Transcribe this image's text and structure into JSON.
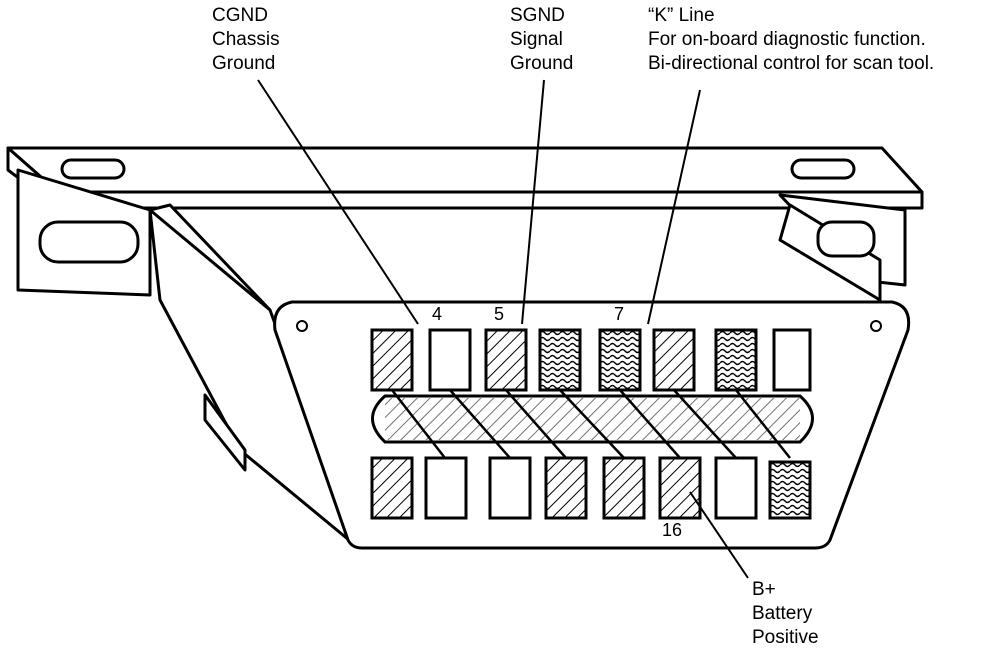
{
  "callouts": {
    "cgnd": {
      "line1": "CGND",
      "line2": "Chassis",
      "line3": "Ground"
    },
    "sgnd": {
      "line1": "SGND",
      "line2": "Signal",
      "line3": "Ground"
    },
    "kline": {
      "line1": "“K” Line",
      "line2": "For on-board diagnostic function.",
      "line3": "Bi-directional control for scan tool."
    },
    "bplus": {
      "line1": "B+",
      "line2": "Battery",
      "line3": "Positive"
    }
  },
  "pin_numbers": {
    "p4": "4",
    "p5": "5",
    "p7": "7",
    "p16": "16"
  },
  "colors": {
    "ink": "#000000",
    "paper": "#ffffff"
  }
}
